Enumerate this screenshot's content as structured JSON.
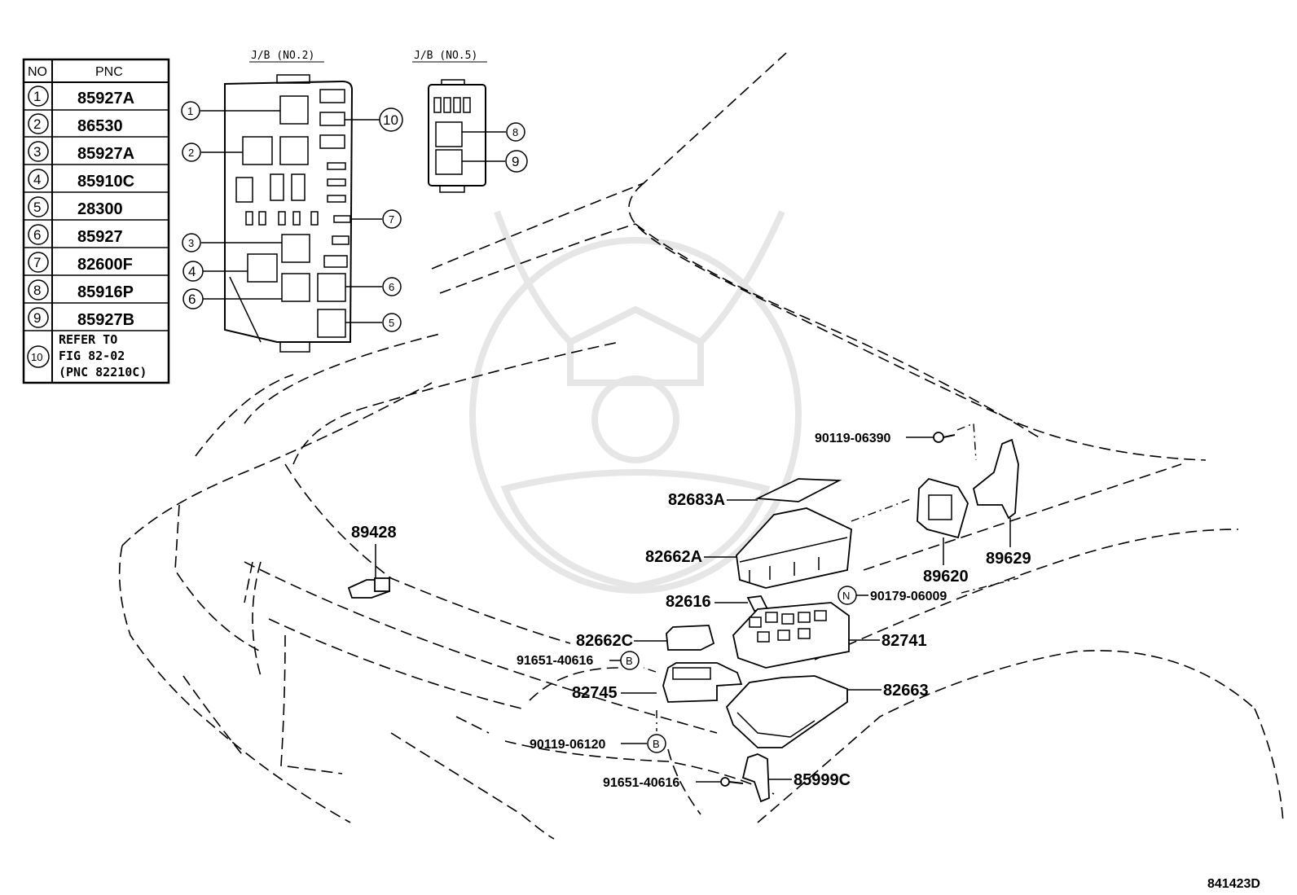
{
  "figure_code": "841423D",
  "fuse_box_titles": {
    "jb2": "J/B (NO.2)",
    "jb5": "J/B (NO.5)"
  },
  "table": {
    "headers": [
      "NO",
      "PNC"
    ],
    "rows": [
      {
        "no": "1",
        "pnc": "85927A"
      },
      {
        "no": "2",
        "pnc": "86530"
      },
      {
        "no": "3",
        "pnc": "85927A"
      },
      {
        "no": "4",
        "pnc": "85910C"
      },
      {
        "no": "5",
        "pnc": "28300"
      },
      {
        "no": "6",
        "pnc": "85927"
      },
      {
        "no": "7",
        "pnc": "82600F"
      },
      {
        "no": "8",
        "pnc": "85916P"
      },
      {
        "no": "9",
        "pnc": "85927B"
      }
    ],
    "row10": {
      "no": "10",
      "line1": "REFER TO",
      "line2": "FIG 82-02",
      "line3": "(PNC 82210C)"
    }
  },
  "callouts": {
    "jb2": [
      "1",
      "2",
      "3",
      "4",
      "6",
      "10",
      "7",
      "6",
      "5"
    ],
    "jb5": [
      "8",
      "9"
    ]
  },
  "part_labels": {
    "p89428": "89428",
    "p90119_06390": "90119-06390",
    "p82683A": "82683A",
    "p82662A": "82662A",
    "p89620": "89620",
    "p89629": "89629",
    "p82616": "82616",
    "p90179_06009": "90179-06009",
    "p82662C": "82662C",
    "p82741": "82741",
    "p91651_40616_top": "91651-40616",
    "p82745": "82745",
    "p82663": "82663",
    "p90119_06120": "90119-06120",
    "p91651_40616_bot": "91651-40616",
    "p85999C": "85999C"
  },
  "markers": {
    "b_top": "B",
    "b_bot": "B",
    "n": "N"
  }
}
